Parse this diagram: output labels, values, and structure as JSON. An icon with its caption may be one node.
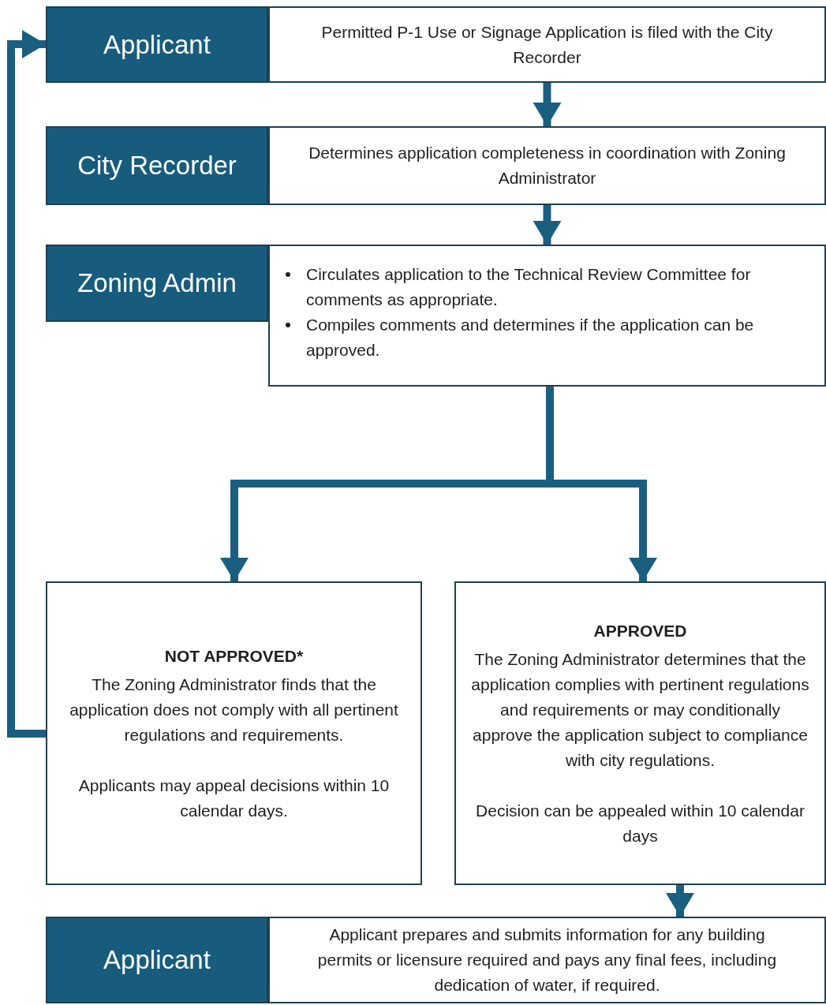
{
  "diagram": {
    "nodes": [
      {
        "text": [
          "Applicant"
        ]
      },
      {
        "text": [
          "Permitted P-1 Use or Signage Application is filed with the City Recorder"
        ]
      },
      {
        "text": [
          "City Recorder"
        ]
      },
      {
        "text": [
          "Determines application completeness in coordination with Zoning Administrator"
        ]
      },
      {
        "text": [
          "Zoning Admin"
        ]
      },
      {
        "text": [
          "Circulates application to the Technical Review Committee for comments as appropriate.",
          "Compiles comments and determines if the application can be approved."
        ]
      },
      {
        "text": [
          "NOT APPROVED*",
          "The Zoning Administrator finds that the application does not comply with all pertinent regulations and requirements.",
          "Applicants may appeal decisions within 10 calendar days."
        ]
      },
      {
        "text": [
          "APPROVED",
          "The Zoning Administrator determines that the application complies with pertinent regulations and requirements or may conditionally approve the application subject to compliance with city regulations.",
          "Decision can be appealed within 10 calendar days"
        ]
      },
      {
        "text": [
          "Applicant"
        ]
      },
      {
        "text": [
          "Applicant prepares and submits information for any building permits or licensure required and pays any final fees, including dedication of water, if required."
        ]
      }
    ],
    "edges": [
      {
        "from": 1,
        "to": 3,
        "arrow": "to"
      },
      {
        "from": 3,
        "to": 5,
        "arrow": "to"
      },
      {
        "from": 5,
        "to": 6,
        "arrow": "to"
      },
      {
        "from": 5,
        "to": 7,
        "arrow": "to"
      },
      {
        "from": 7,
        "to": 9,
        "arrow": "to"
      },
      {
        "from": 6,
        "to": 0,
        "arrow": "to"
      }
    ]
  }
}
